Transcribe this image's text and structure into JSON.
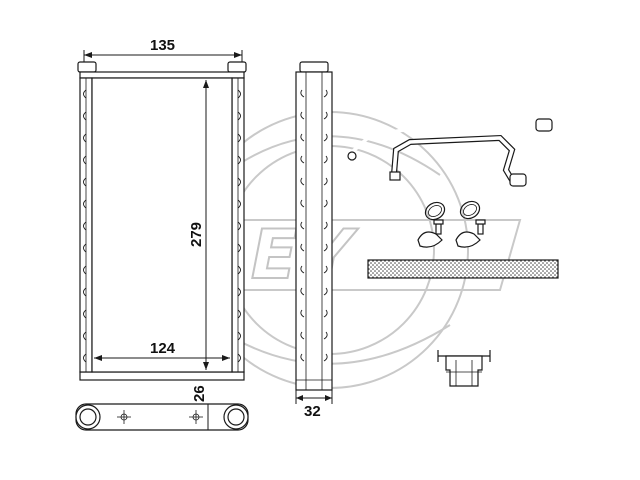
{
  "watermark": {
    "text": "FREY"
  },
  "dimensions": {
    "overall_width": "135",
    "core_height": "279",
    "core_width": "124",
    "tank_depth": "26",
    "side_depth": "32"
  },
  "colors": {
    "line": "#1a1a1a",
    "watermark": "#c4c4c4",
    "gasket_pattern": "#444444"
  }
}
